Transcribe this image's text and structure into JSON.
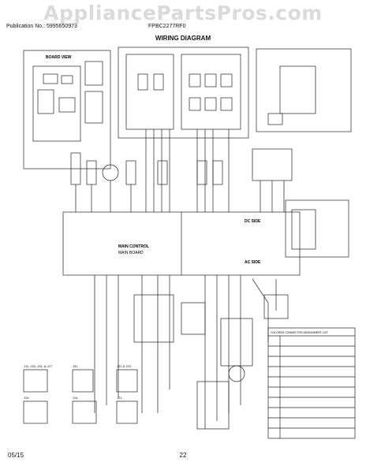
{
  "header": {
    "watermark": "AppliancePartsPros.com",
    "publication": "Publication No.: 5995650973",
    "model": "FPBC2277RF0",
    "title": "WIRING DIAGRAM"
  },
  "diagram": {
    "board_view_label": "BOARD VIEW",
    "control_label": "MAIN CONTROL",
    "main_board_label": "MAIN BOARD",
    "dc_side_label": "DC SIDE",
    "ac_side_label": "AC SIDE",
    "legend_title": "COLORED CONNECTOR ASSIGNMENT LIST",
    "connectors": [
      "J11, J20, J15, & J17",
      "J31",
      "J22 & J23",
      "J19",
      "J14",
      "J21"
    ]
  },
  "footer": {
    "date": "05/15",
    "page": "22"
  }
}
